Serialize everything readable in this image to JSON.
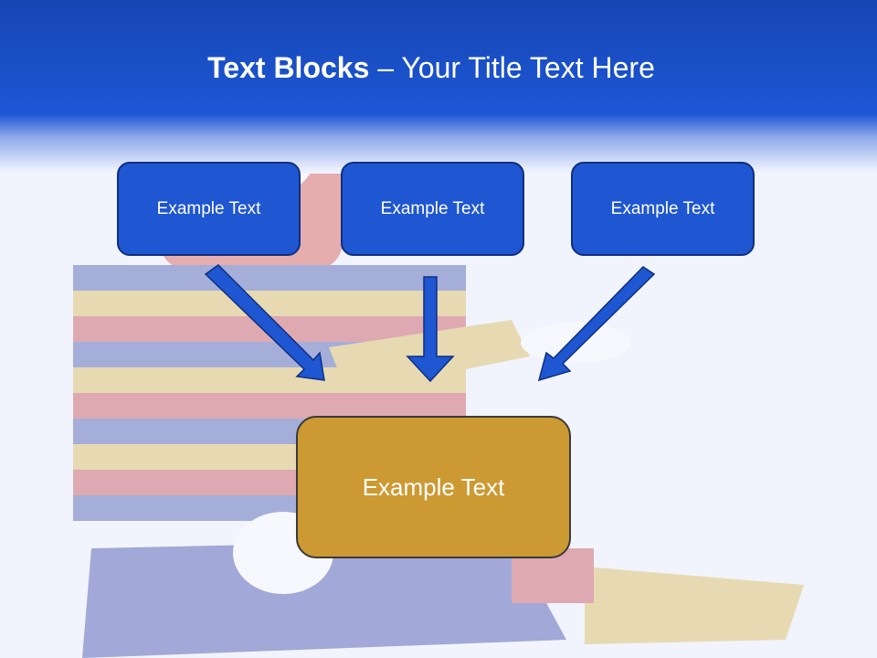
{
  "slide": {
    "title_bold": "Text Blocks",
    "title_sep": " – ",
    "title_rest": "Your Title Text Here"
  },
  "blocks": {
    "top": [
      "Example Text",
      "Example Text",
      "Example Text"
    ],
    "bottom": "Example Text"
  },
  "colors": {
    "header": "#1d57d6",
    "block_fill": "#1f56d1",
    "block_border": "#0f2f80",
    "target_fill": "#cc9933",
    "arrow": "#1f56d1"
  },
  "icons": [
    "arrow-down-right-icon",
    "arrow-down-icon",
    "arrow-down-left-icon"
  ]
}
